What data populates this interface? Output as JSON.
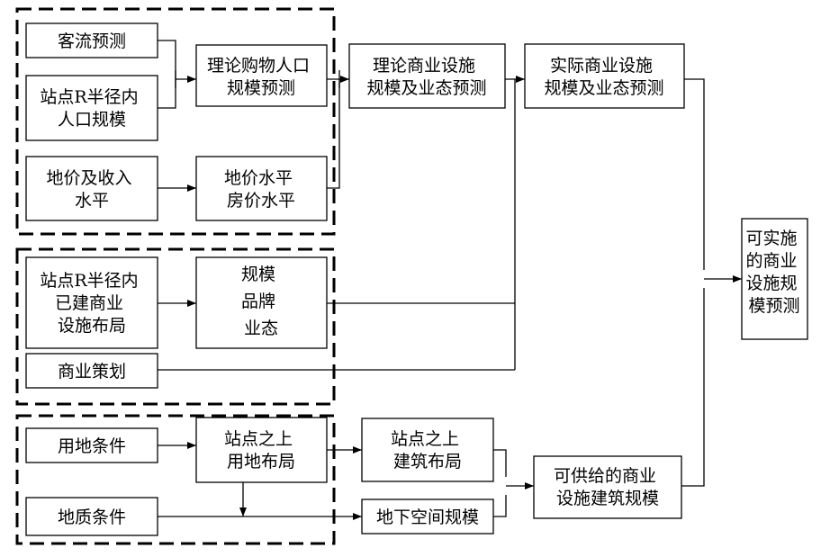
{
  "nodes": {
    "passenger_flow": [
      "客流预测"
    ],
    "population_within_r": [
      "站点R半径内",
      "人口规模"
    ],
    "land_price_income": [
      "地价及收入",
      "水平"
    ],
    "theoretical_shopping_population": [
      "理论购物人口",
      "规模预测"
    ],
    "land_house_price": [
      "地价水平",
      "房价水平"
    ],
    "theoretical_commercial": [
      "理论商业设施",
      "规模及业态预测"
    ],
    "actual_commercial": [
      "实际商业设施",
      "规模及业态预测"
    ],
    "existing_commercial_layout": [
      "站点R半径内",
      "已建商业",
      "设施布局"
    ],
    "scale_brand_format": [
      "规模",
      "品牌",
      "业态"
    ],
    "commercial_planning": [
      "商业策划"
    ],
    "land_conditions": [
      "用地条件"
    ],
    "geological_conditions": [
      "地质条件"
    ],
    "above_station_land_layout": [
      "站点之上",
      "用地布局"
    ],
    "above_station_building_layout": [
      "站点之上",
      "建筑布局"
    ],
    "underground_space": [
      "地下空间规模"
    ],
    "supply_building_scale": [
      "可供给的商业",
      "设施建筑规模"
    ],
    "final_prediction": [
      "可实施",
      "的商业",
      "设施规",
      "模预测"
    ]
  }
}
